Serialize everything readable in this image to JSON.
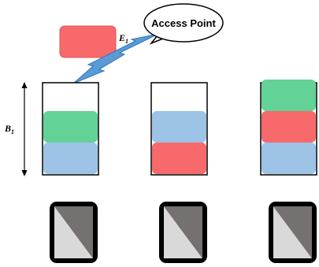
{
  "labels": {
    "access_point": "Access Point",
    "energy_label": "E",
    "energy_sub": "1",
    "buffer_label": "B",
    "buffer_sub": "1"
  },
  "colors": {
    "red": "#f8696b",
    "green": "#63d297",
    "blue": "#9dc3e6",
    "bolt": "#5b9bd5",
    "device_dark": "#767171",
    "device_light": "#d9d9d9",
    "outline": "#000000"
  },
  "buffers": [
    {
      "name": "buffer-1",
      "packets": [
        "empty",
        "green",
        "blue"
      ]
    },
    {
      "name": "buffer-2",
      "packets": [
        "empty",
        "blue",
        "red"
      ]
    },
    {
      "name": "buffer-3",
      "packets": [
        "green",
        "red",
        "blue"
      ]
    }
  ]
}
